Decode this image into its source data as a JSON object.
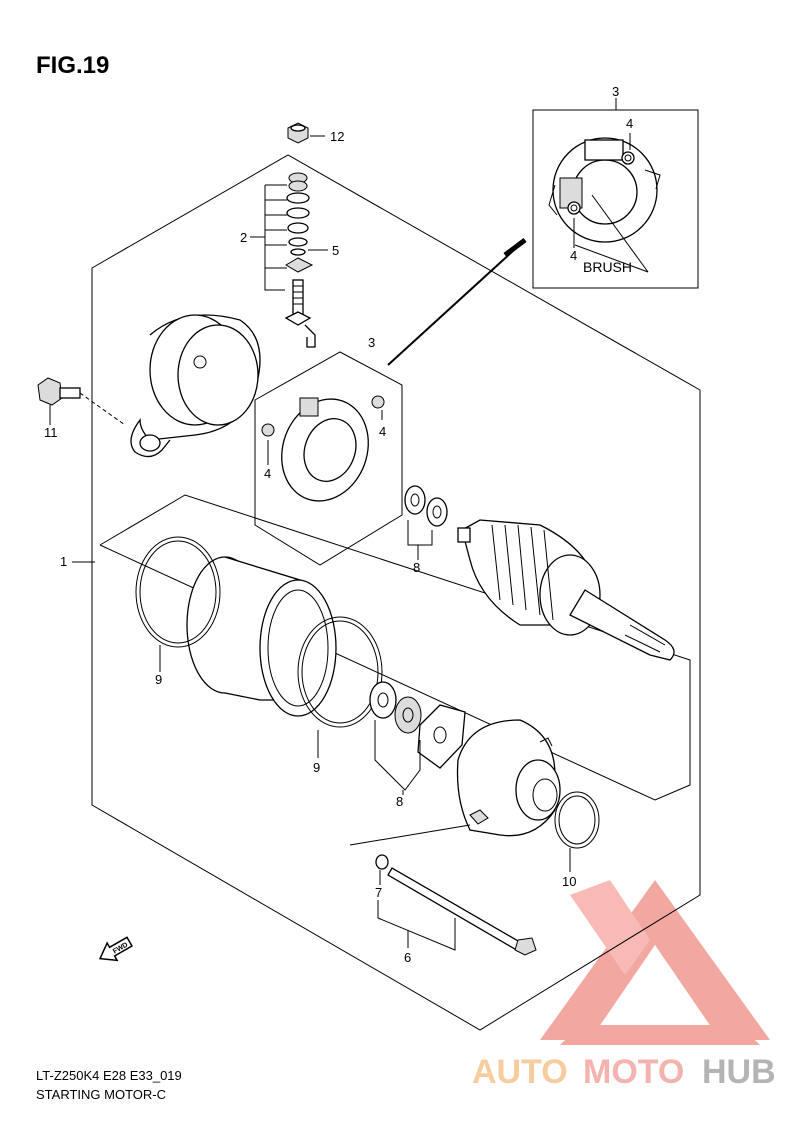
{
  "figure": {
    "title": "FIG.19",
    "model_code": "LT-Z250K4 E28 E33_019",
    "caption": "STARTING MOTOR-C"
  },
  "callouts": {
    "c1": "1",
    "c2": "2",
    "c3_inset": "3",
    "c3_main": "3",
    "c4_inset_top": "4",
    "c4_inset_bottom": "4",
    "c4_main_left": "4",
    "c4_main_right": "4",
    "c5": "5",
    "c6": "6",
    "c7": "7",
    "c8_upper": "8",
    "c8_lower": "8",
    "c9_left": "9",
    "c9_right": "9",
    "c10": "10",
    "c11": "11",
    "c12": "12"
  },
  "inset": {
    "brush_label": "BRUSH"
  },
  "direction_marker": {
    "label": "FWD",
    "icon": "fwd-arrow-icon"
  },
  "watermark": {
    "part1": "AUTO",
    "part2": "MOTO",
    "part3": "HUB",
    "logo_icon": "triangle-m-logo-icon",
    "colors": {
      "auto": "#f6c58f",
      "moto": "#f3a6a0",
      "hub": "#a7a7a7",
      "logo": "#f08a82"
    }
  }
}
